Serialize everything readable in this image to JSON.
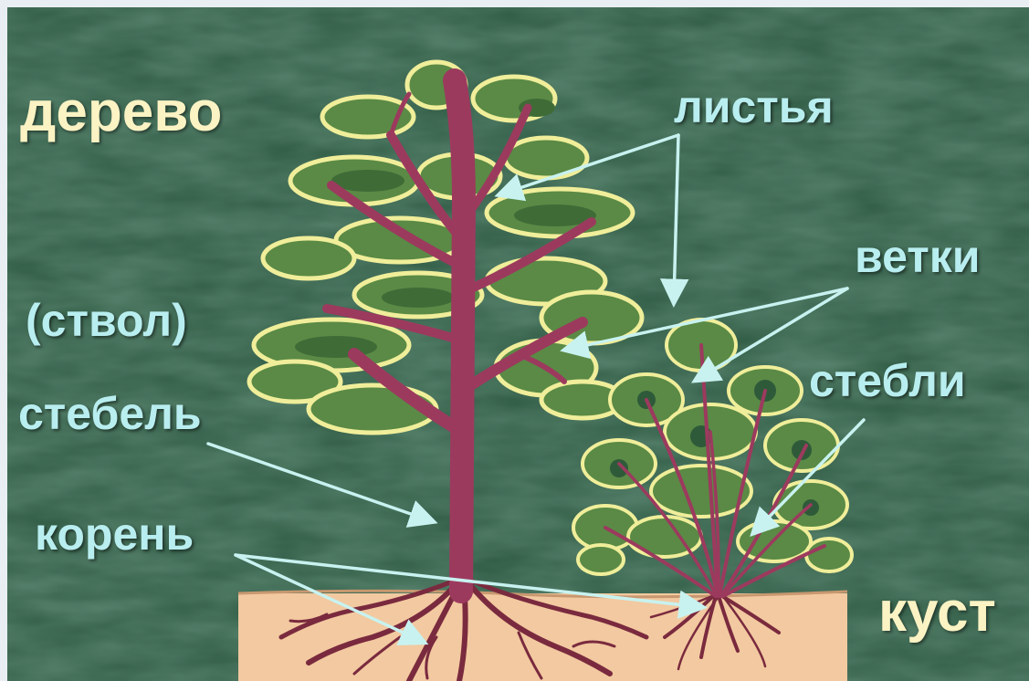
{
  "labels": {
    "tree": "дерево",
    "bush": "куст",
    "leaves": "листья",
    "branches": "ветки",
    "trunk": "(ствол)",
    "stem": "стебель",
    "stems": "стебли",
    "root": "корень"
  },
  "colors": {
    "board": "#2f5a44",
    "soil": "#f2c9a0",
    "title_text": "#fbf3c4",
    "part_text": "#b9eef0",
    "arrow": "#c8f2f0",
    "trunk": "#9c3a5e",
    "foliage": "#5a8a45",
    "foliage_edge": "#f0ee9a"
  }
}
